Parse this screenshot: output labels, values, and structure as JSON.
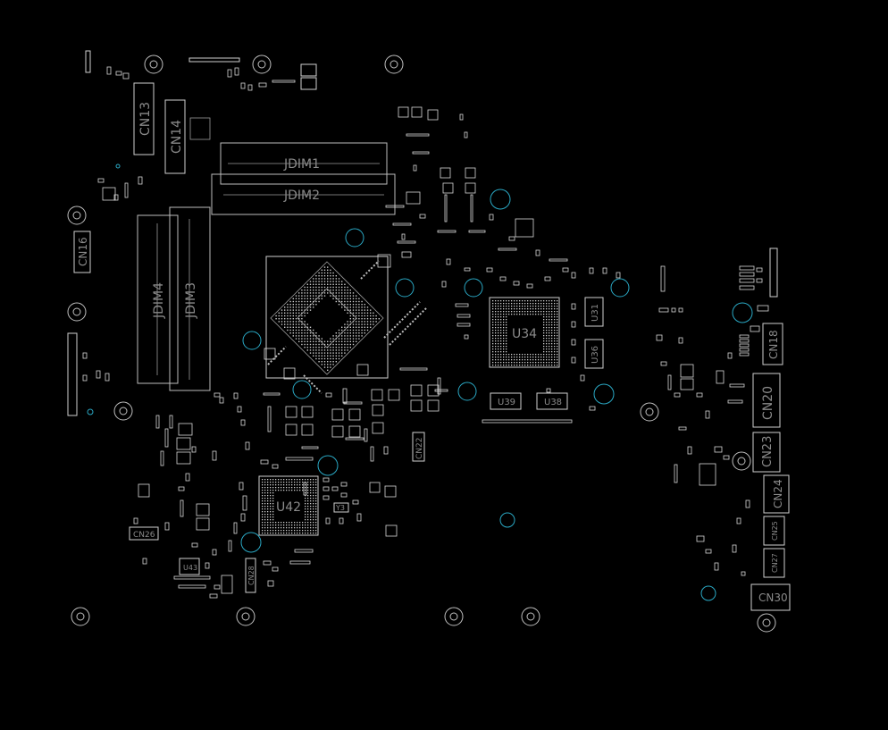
{
  "board": {
    "background": "#000000",
    "outline_color": "#cfcfcf",
    "via_color": "#2aa8c4",
    "label_color": "#8a8a8a"
  },
  "labels": {
    "cn13": "CN13",
    "cn14": "CN14",
    "cn16": "CN16",
    "jdim1": "JDIM1",
    "jdim2": "JDIM2",
    "jdim3": "JDIM3",
    "jdim4": "JDIM4",
    "u34": "U34",
    "u31": "U31",
    "u36": "U36",
    "u39": "U39",
    "u38": "U38",
    "u42": "U42",
    "u43": "U43",
    "y3": "Y3",
    "cn22": "CN22",
    "cn26": "CN26",
    "cn28": "CN28",
    "cn18": "CN18",
    "cn20": "CN20",
    "cn23": "CN23",
    "cn24": "CN24",
    "cn25": "CN25",
    "cn27": "CN27",
    "cn30": "CN30"
  }
}
